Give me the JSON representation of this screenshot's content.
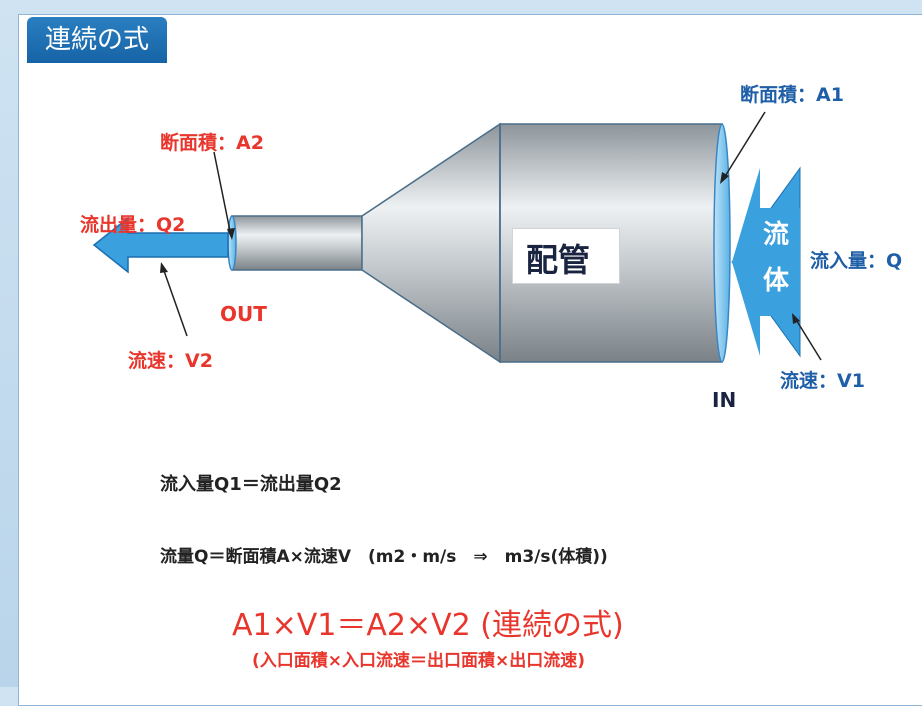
{
  "title": "連続の式",
  "labels": {
    "area_a1": "断面積：A1",
    "area_a2": "断面積：A2",
    "outflow_q2": "流出量：Q2",
    "out": "OUT",
    "velocity_v2": "流速：V2",
    "pipe": "配管",
    "fluid_1": "流",
    "fluid_2": "体",
    "inflow_q1": "流入量：Q",
    "velocity_v1": "流速：V1",
    "in": "IN"
  },
  "equations": {
    "eq1": "流入量Q1＝流出量Q2",
    "eq2": "流量Q＝断面積A×流速V　(m2・m/s　⇒　m3/s(体積))",
    "main": "A1×V1＝A2×V2 (連続の式)",
    "main_sub": "(入口面積×入口流速＝出口面積×出口流速)"
  },
  "colors": {
    "title_bg": "#1663a6",
    "red_text": "#e8362c",
    "blue_text": "#1f5fa8",
    "arrow_blue": "#3aa0de",
    "pipe_gray": "#a9b1b7"
  }
}
